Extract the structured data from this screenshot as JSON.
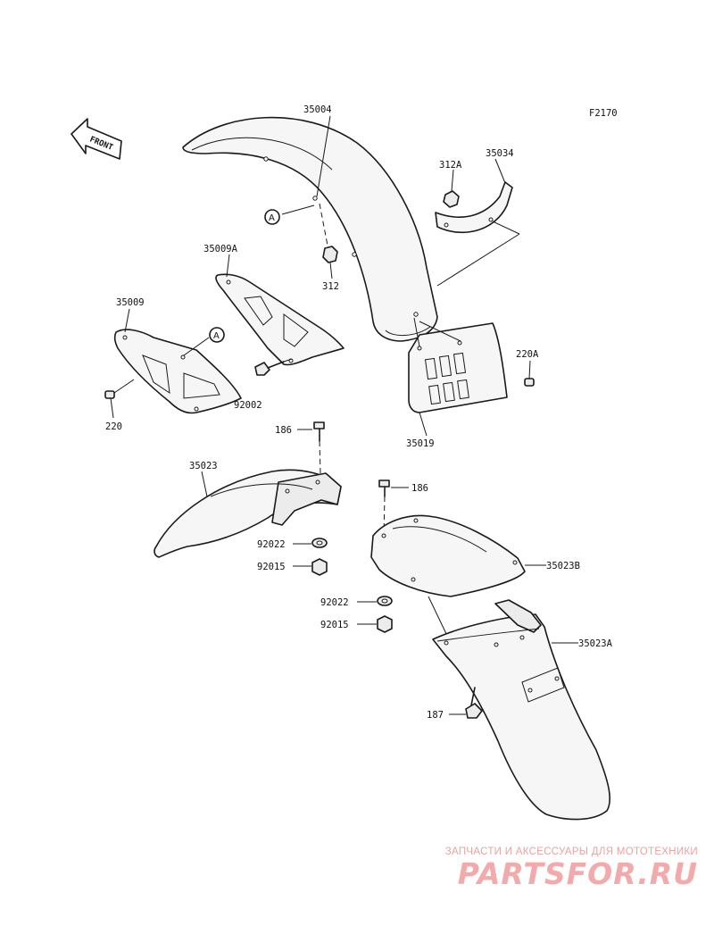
{
  "diagram_code": "F2170",
  "front_arrow_label": "FRONT",
  "ref_marker": "A",
  "parts": {
    "p35004": "35004",
    "p312a": "312A",
    "p35034": "35034",
    "p312": "312",
    "p35009a": "35009A",
    "p35009": "35009",
    "p220a": "220A",
    "p92002": "92002",
    "p220": "220",
    "p35019": "35019",
    "p186_a": "186",
    "p35023": "35023",
    "p186_b": "186",
    "p92022_a": "92022",
    "p92015_a": "92015",
    "p35023b": "35023B",
    "p92022_b": "92022",
    "p92015_b": "92015",
    "p35023a": "35023A",
    "p187": "187"
  },
  "watermark": {
    "tagline": "ЗАПЧАСТИ И АКСЕССУАРЫ ДЛЯ МОТОТЕХНИКИ",
    "logo": "PARTSFOR.RU",
    "color": "#f2aaaa"
  }
}
